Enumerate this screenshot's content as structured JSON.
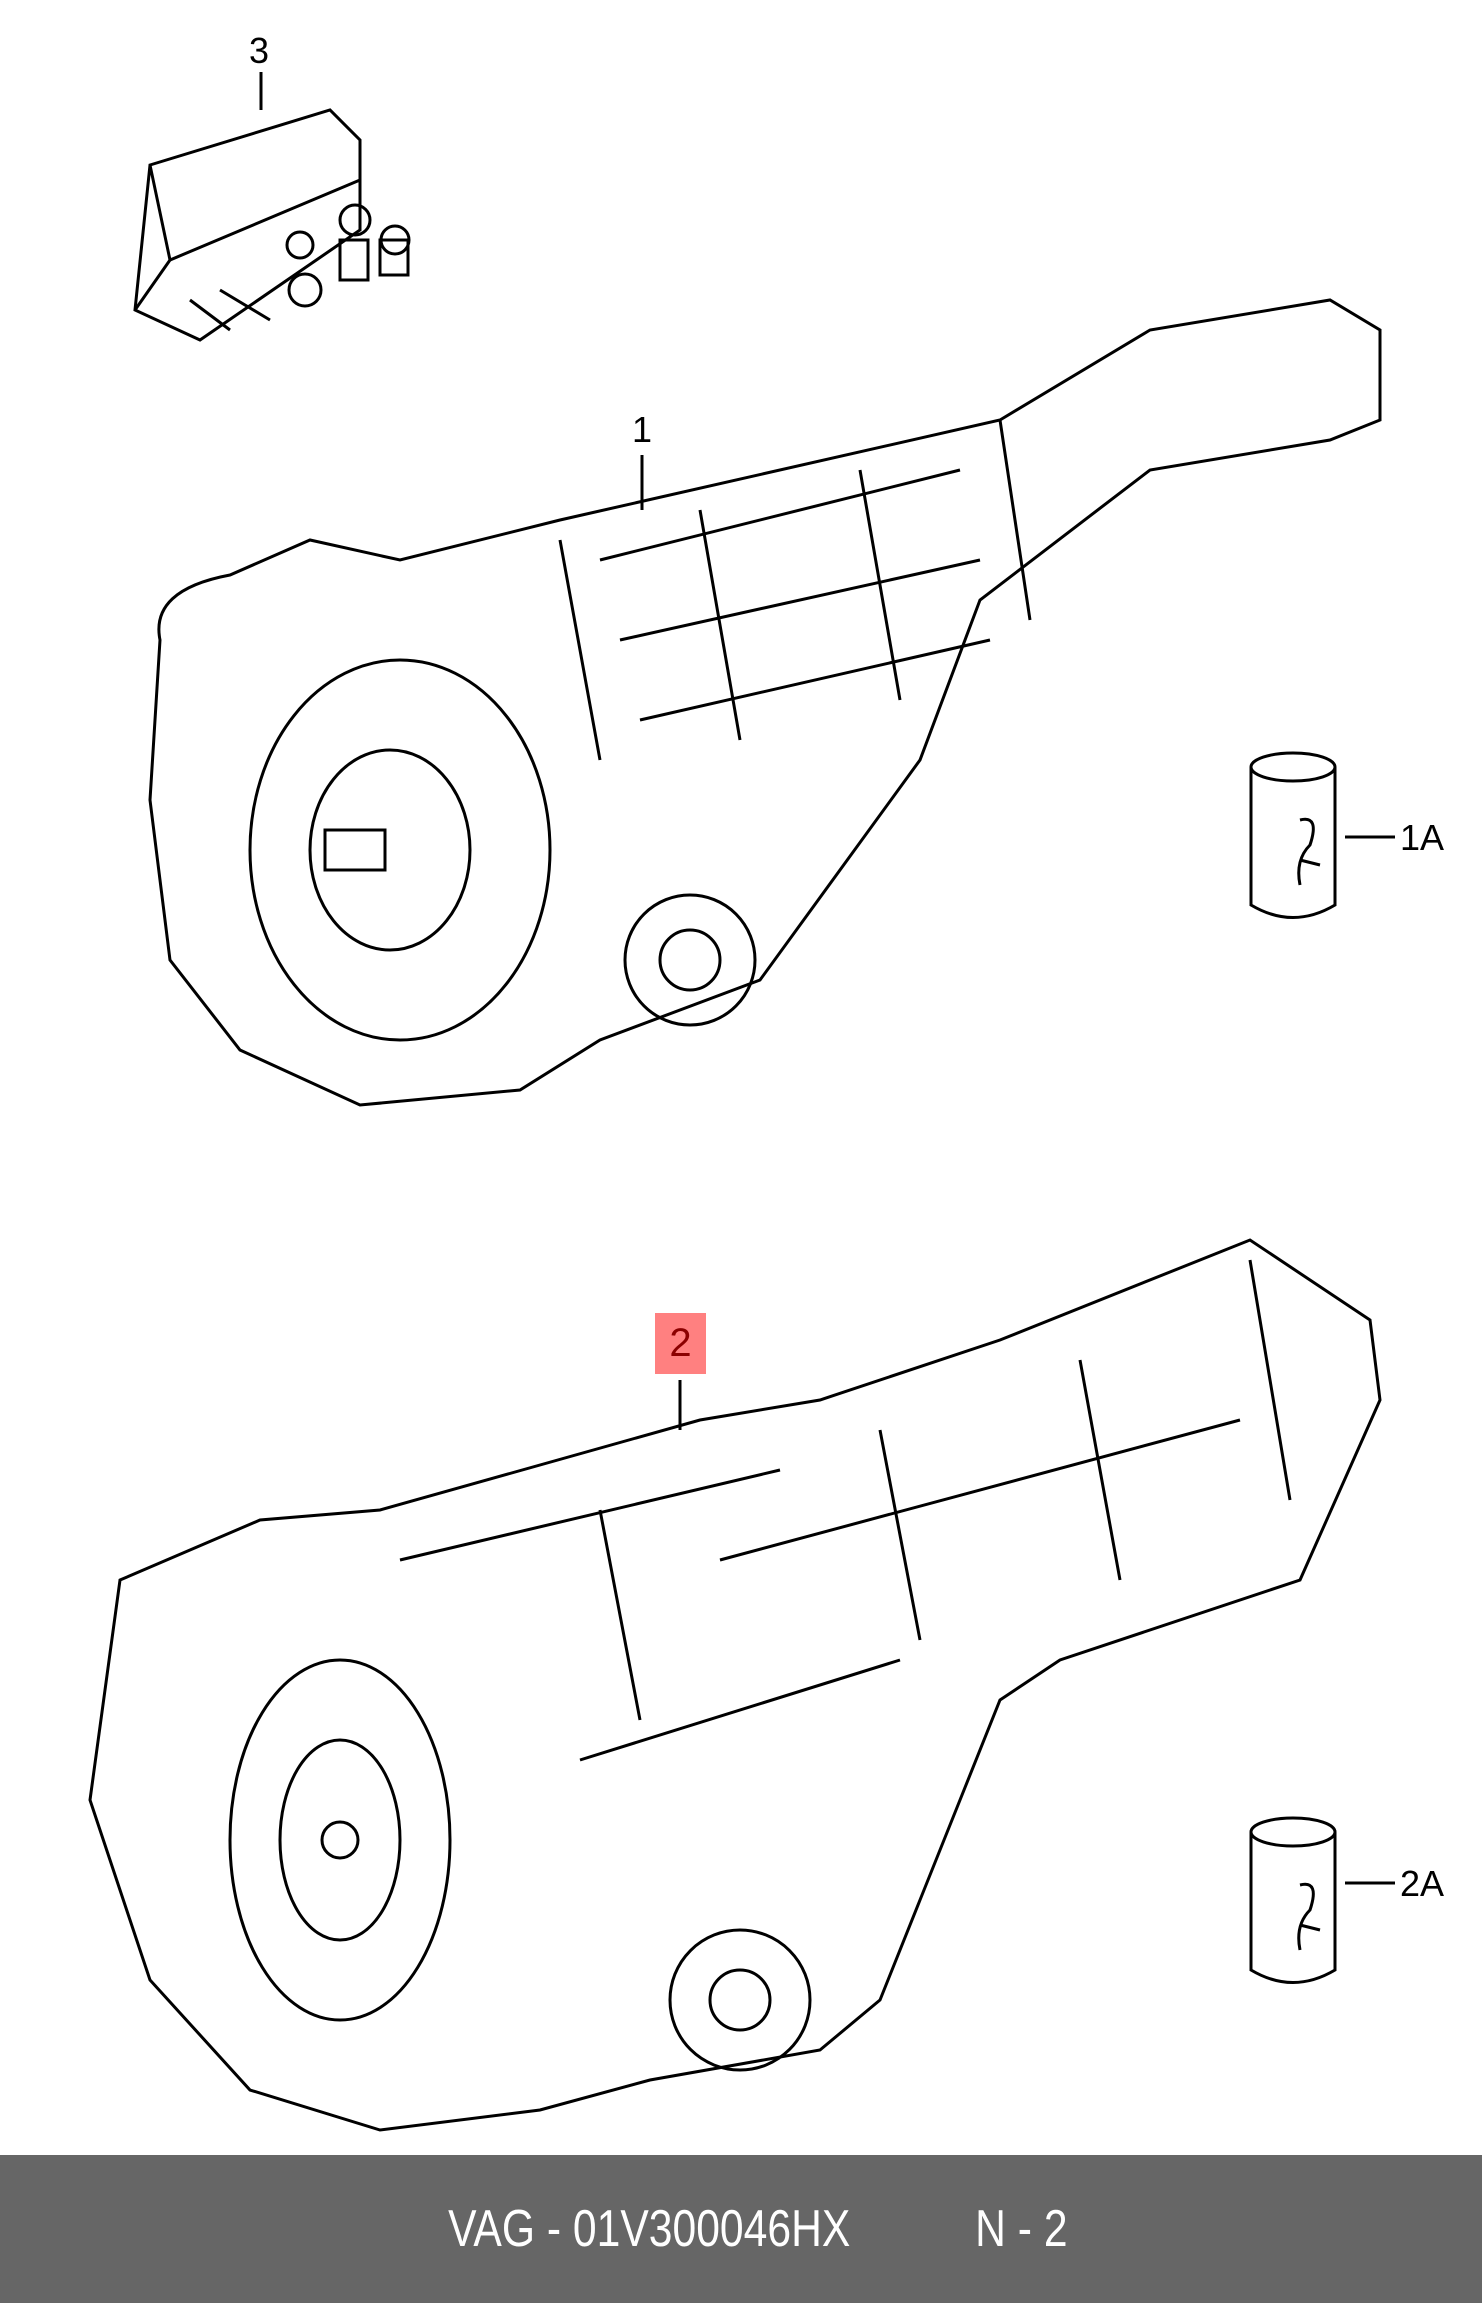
{
  "callouts": {
    "item_3": "3",
    "item_1": "1",
    "item_1a": "1A",
    "item_2": "2",
    "item_2a": "2A"
  },
  "highlight_color": "#ff8080",
  "footer": {
    "part_text": "VAG - 01V300046HX",
    "position_text": "N - 2"
  }
}
